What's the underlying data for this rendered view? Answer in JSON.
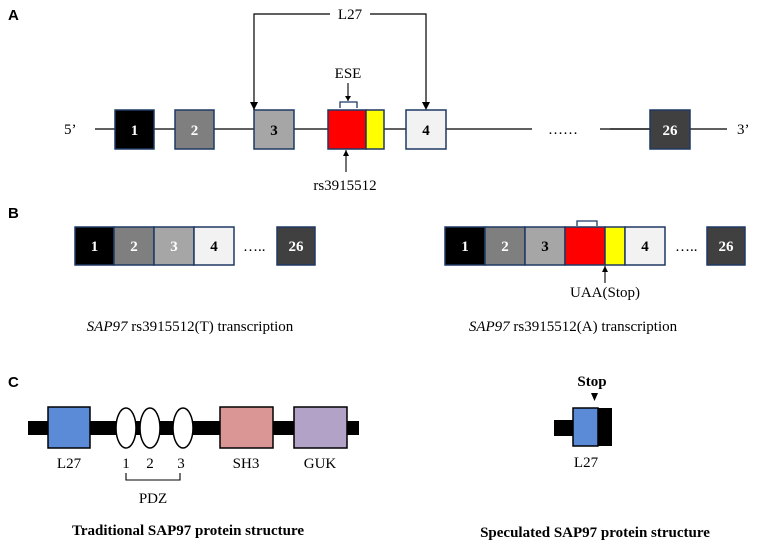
{
  "panels": {
    "a": "A",
    "b": "B",
    "c": "C"
  },
  "panel_a": {
    "five_prime": "5’",
    "three_prime": "3’",
    "exons": [
      "1",
      "2",
      "3",
      "4",
      "26"
    ],
    "dots": "……",
    "l27_label": "L27",
    "ese_label": "ESE",
    "snp_label": "rs3915512"
  },
  "panel_b": {
    "left_exons": [
      "1",
      "2",
      "3",
      "4",
      "26"
    ],
    "right_exons": [
      "1",
      "2",
      "3",
      "4",
      "26"
    ],
    "dots": "…..",
    "stop_label": "UAA(Stop)",
    "left_caption_italic": "SAP97",
    "left_caption_rest": " rs3915512(T) transcription",
    "right_caption_italic": "SAP97",
    "right_caption_rest": " rs3915512(A) transcription"
  },
  "panel_c": {
    "l27": "L27",
    "pdz_numbers": [
      "1",
      "2",
      "3"
    ],
    "pdz": "PDZ",
    "sh3": "SH3",
    "guk": "GUK",
    "traditional_caption": "Traditional SAP97 protein structure",
    "stop": "Stop",
    "l27_short": "L27",
    "speculated_caption": "Speculated SAP97 protein structure"
  },
  "colors": {
    "exon1": "#000000",
    "exon2": "#7f7f7f",
    "exon3": "#a6a6a6",
    "exon4": "#f2f2f2",
    "exon26": "#404040",
    "red": "#ff0000",
    "yellow": "#ffff00",
    "border": "#1f3864",
    "l27_domain": "#5b8bd6",
    "sh3_domain": "#d99694",
    "guk_domain": "#b3a2c7"
  }
}
